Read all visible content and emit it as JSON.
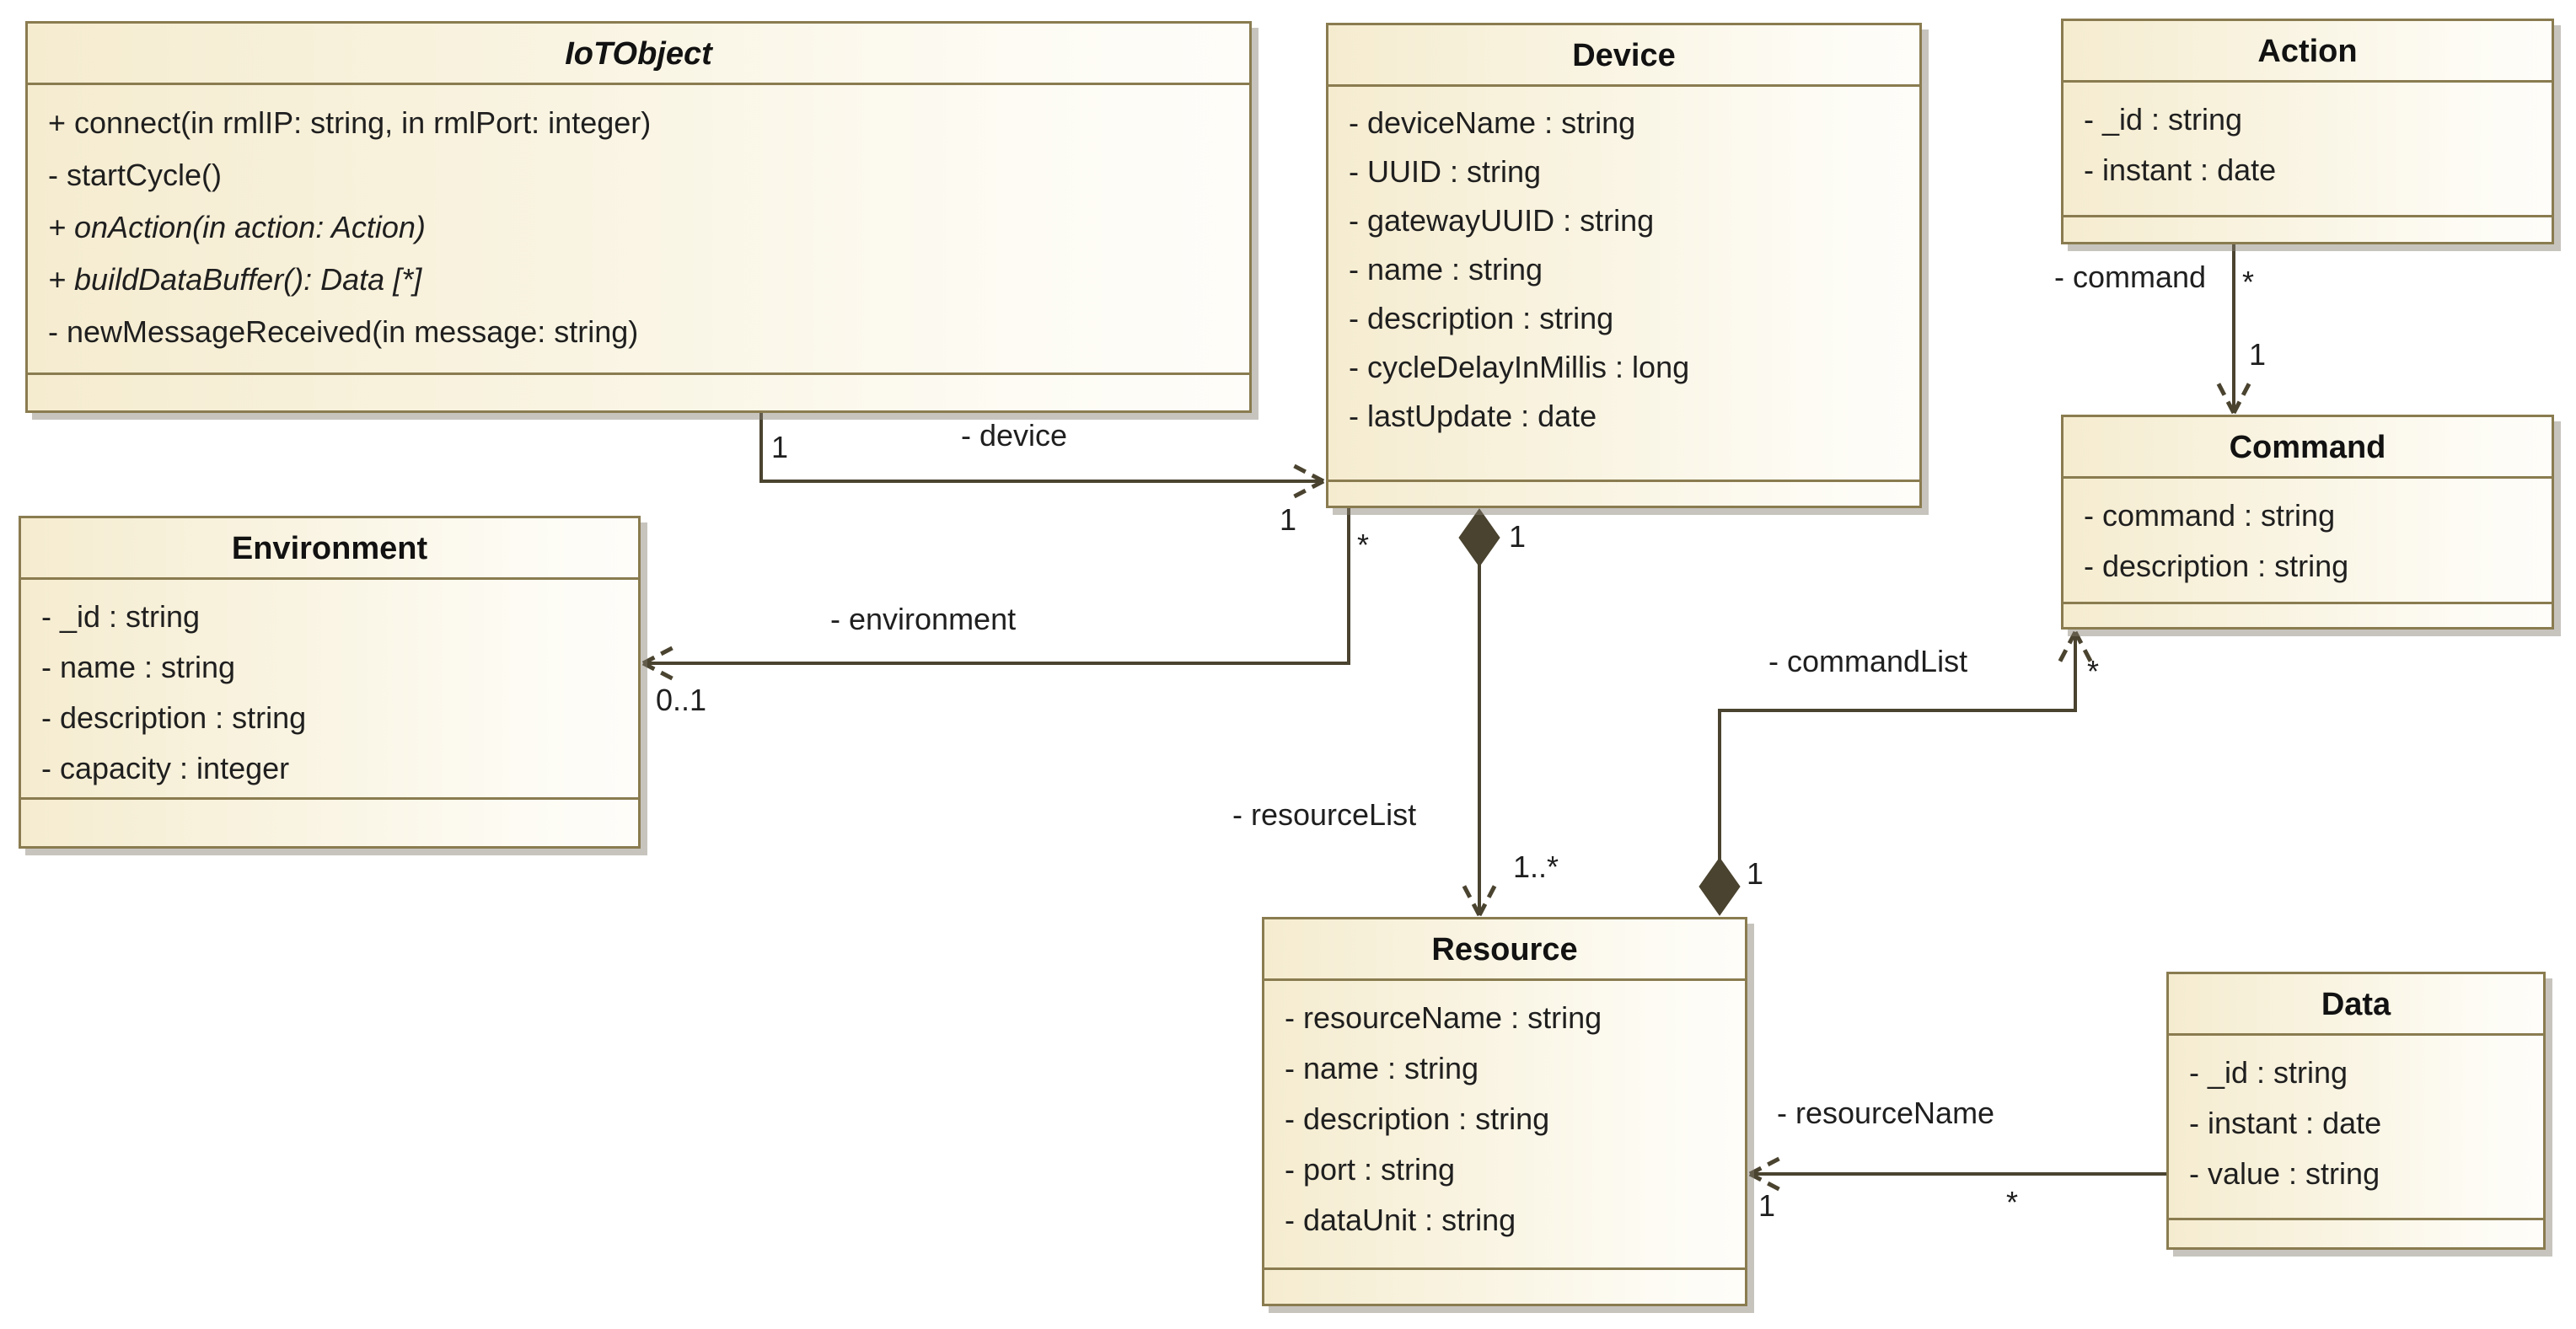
{
  "diagram": {
    "type": "uml-class-diagram",
    "colors": {
      "box_fill_left": "#f5ecd0",
      "box_fill_right": "#fefdf9",
      "box_border": "#8a7c50",
      "line_color": "#4a432f",
      "text_color": "#1f1f1f",
      "background": "#ffffff"
    },
    "classes": {
      "iotobject": {
        "title": "IoTObject",
        "abstract": true,
        "members": [
          {
            "text": "+ connect(in rmlIP: string, in rmlPort: integer)",
            "italic": false
          },
          {
            "text": "- startCycle()",
            "italic": false
          },
          {
            "text": "+ onAction(in action: Action)",
            "italic": true
          },
          {
            "text": "+ buildDataBuffer(): Data [*]",
            "italic": true
          },
          {
            "text": "- newMessageReceived(in message: string)",
            "italic": false
          }
        ]
      },
      "device": {
        "title": "Device",
        "abstract": false,
        "members": [
          {
            "text": "- deviceName : string",
            "italic": false
          },
          {
            "text": "- UUID : string",
            "italic": false
          },
          {
            "text": "- gatewayUUID : string",
            "italic": false
          },
          {
            "text": "- name : string",
            "italic": false
          },
          {
            "text": "- description : string",
            "italic": false
          },
          {
            "text": "- cycleDelayInMillis : long",
            "italic": false
          },
          {
            "text": "- lastUpdate : date",
            "italic": false
          }
        ]
      },
      "action": {
        "title": "Action",
        "abstract": false,
        "members": [
          {
            "text": "- _id : string",
            "italic": false
          },
          {
            "text": "- instant : date",
            "italic": false
          }
        ]
      },
      "command": {
        "title": "Command",
        "abstract": false,
        "members": [
          {
            "text": "- command : string",
            "italic": false
          },
          {
            "text": "- description : string",
            "italic": false
          }
        ]
      },
      "environment": {
        "title": "Environment",
        "abstract": false,
        "members": [
          {
            "text": "- _id : string",
            "italic": false
          },
          {
            "text": "- name : string",
            "italic": false
          },
          {
            "text": "- description : string",
            "italic": false
          },
          {
            "text": "- capacity : integer",
            "italic": false
          }
        ]
      },
      "resource": {
        "title": "Resource",
        "abstract": false,
        "members": [
          {
            "text": "- resourceName : string",
            "italic": false
          },
          {
            "text": "- name : string",
            "italic": false
          },
          {
            "text": "- description : string",
            "italic": false
          },
          {
            "text": "- port : string",
            "italic": false
          },
          {
            "text": "- dataUnit : string",
            "italic": false
          }
        ]
      },
      "data": {
        "title": "Data",
        "abstract": false,
        "members": [
          {
            "text": "- _id : string",
            "italic": false
          },
          {
            "text": "- instant : date",
            "italic": false
          },
          {
            "text": "- value : string",
            "italic": false
          }
        ]
      }
    },
    "associations": [
      {
        "label": "- device",
        "source": "IoTObject",
        "target": "Device",
        "source_multiplicity": "1",
        "target_multiplicity": "1",
        "type": "directed-association"
      },
      {
        "label": "- environment",
        "source": "Device",
        "target": "Environment",
        "source_multiplicity": "*",
        "target_multiplicity": "0..1",
        "type": "directed-association"
      },
      {
        "label": "- resourceList",
        "source": "Device",
        "target": "Resource",
        "source_multiplicity": "1",
        "target_multiplicity": "1..*",
        "type": "composition"
      },
      {
        "label": "- commandList",
        "source": "Resource",
        "target": "Command",
        "source_multiplicity": "1",
        "target_multiplicity": "*",
        "type": "composition"
      },
      {
        "label": "- command",
        "source": "Action",
        "target": "Command",
        "source_multiplicity": "*",
        "target_multiplicity": "1",
        "type": "directed-association"
      },
      {
        "label": "- resourceName",
        "source": "Data",
        "target": "Resource",
        "source_multiplicity": "*",
        "target_multiplicity": "1",
        "type": "directed-association"
      }
    ]
  }
}
